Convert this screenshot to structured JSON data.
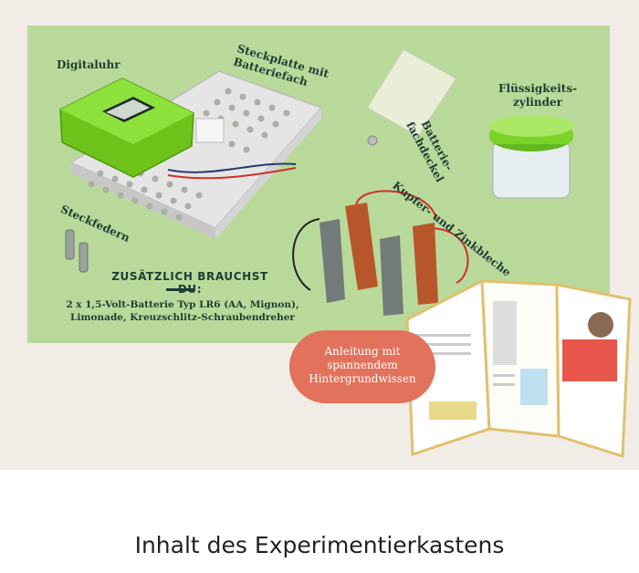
{
  "labels": {
    "digitaluhr": "Digitaluhr",
    "steckplatte": [
      "Steckplatte mit",
      "Batteriefach"
    ],
    "batteriefachdeckel": [
      "Batterie-",
      "fachdeckel"
    ],
    "fluessigkeitszylinder": [
      "Flüssigkeits-",
      "zylinder"
    ],
    "steckfedern": "Steckfedern",
    "bleche": "Kupfer- und Zinkbleche"
  },
  "extras": {
    "title": "ZUSÄTZLICH BRAUCHST DU:",
    "lines": [
      "2 x 1,5-Volt-Batterie Typ LR6 (AA, Mignon),",
      "Limonade, Kreuzschlitz-Schraubendreher"
    ]
  },
  "bubble": [
    "Anleitung mit",
    "spannendem",
    "Hintergrundwissen"
  ],
  "caption": "Inhalt des Experimentierkastens",
  "colors": {
    "panel": "#b9d99a",
    "bubble": "#e2725b",
    "text": "#1f3d33",
    "clock": "#7ed321"
  }
}
